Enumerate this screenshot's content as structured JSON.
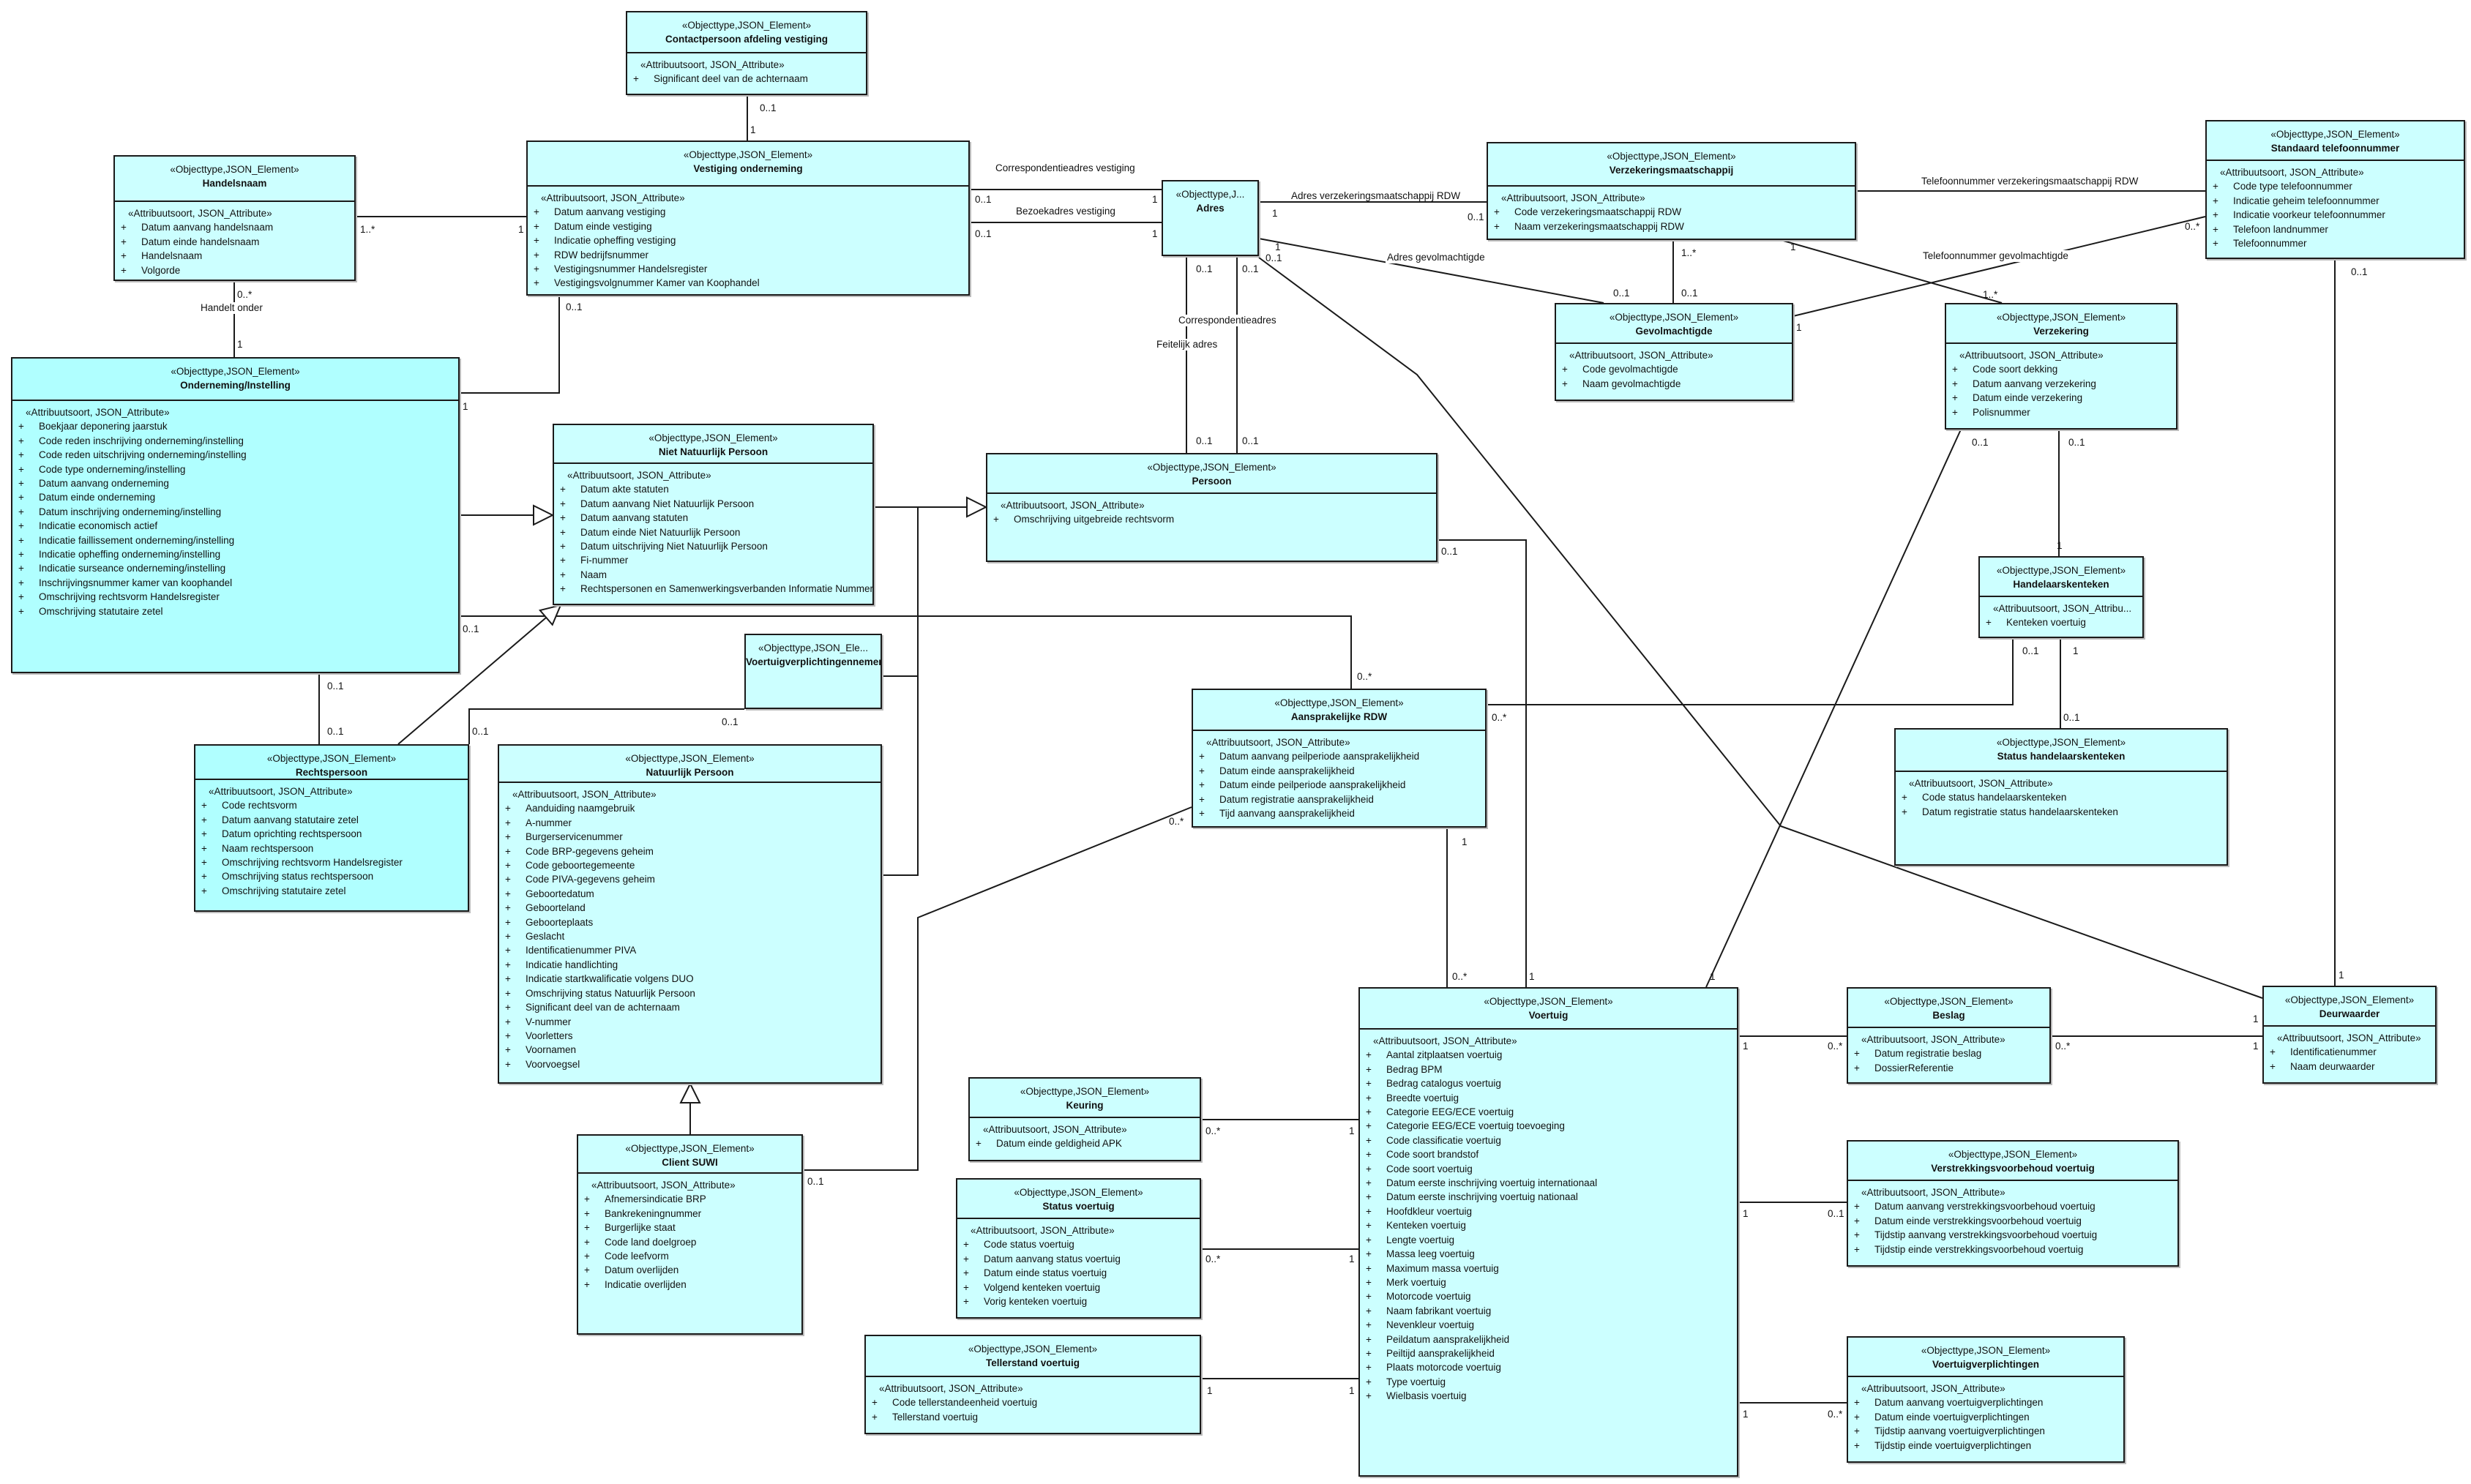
{
  "classes": [
    {
      "stereotype": "«Objecttype,JSON_Element»",
      "name": "Contactpersoon afdeling vestiging",
      "attr_stereotype": "«Attribuutsoort, JSON_Attribute»",
      "attributes": [
        "Significant deel van de achternaam"
      ]
    },
    {
      "stereotype": "«Objecttype,JSON_Element»",
      "name": "Handelsnaam",
      "attr_stereotype": "«Attribuutsoort, JSON_Attribute»",
      "attributes": [
        "Datum aanvang handelsnaam",
        "Datum einde handelsnaam",
        "Handelsnaam",
        "Volgorde"
      ]
    },
    {
      "stereotype": "«Objecttype,JSON_Element»",
      "name": "Vestiging onderneming",
      "attr_stereotype": "«Attribuutsoort, JSON_Attribute»",
      "attributes": [
        "Datum aanvang vestiging",
        "Datum einde vestiging",
        "Indicatie opheffing vestiging",
        "RDW bedrijfsnummer",
        "Vestigingsnummer Handelsregister",
        "Vestigingsvolgnummer Kamer van Koophandel"
      ]
    },
    {
      "stereotype": "«Objecttype,JSON_Element»",
      "name": "Onderneming/Instelling",
      "attr_stereotype": "«Attribuutsoort, JSON_Attribute»",
      "attributes": [
        "Boekjaar deponering jaarstuk",
        "Code reden inschrijving onderneming/instelling",
        "Code reden uitschrijving onderneming/instelling",
        "Code type onderneming/instelling",
        "Datum aanvang onderneming",
        "Datum einde onderneming",
        "Datum inschrijving onderneming/instelling",
        "Indicatie economisch actief",
        "Indicatie faillissement onderneming/instelling",
        "Indicatie opheffing onderneming/instelling",
        "Indicatie surseance onderneming/instelling",
        "Inschrijvingsnummer kamer van koophandel",
        "Omschrijving rechtsvorm Handelsregister",
        "Omschrijving statutaire zetel"
      ]
    },
    {
      "stereotype": "«Objecttype,JSON_Element»",
      "name": "Niet Natuurlijk Persoon",
      "attr_stereotype": "«Attribuutsoort, JSON_Attribute»",
      "attributes": [
        "Datum akte statuten",
        "Datum aanvang Niet Natuurlijk Persoon",
        "Datum aanvang statuten",
        "Datum einde Niet Natuurlijk Persoon",
        "Datum uitschrijving Niet Natuurlijk Persoon",
        "Fi-nummer",
        "Naam",
        "Rechtspersonen en Samenwerkingsverbanden Informatie Nummer"
      ]
    },
    {
      "stereotype": "«Objecttype,JSON_Element»",
      "name": "Persoon",
      "attr_stereotype": "«Attribuutsoort, JSON_Attribute»",
      "attributes": [
        "Omschrijving uitgebreide rechtsvorm"
      ]
    },
    {
      "stereotype": "«Objecttype,J...",
      "name": "Adres",
      "attr_stereotype": null,
      "attributes": []
    },
    {
      "stereotype": "«Objecttype,JSON_Element»",
      "name": "Verzekeringsmaatschappij",
      "attr_stereotype": "«Attribuutsoort, JSON_Attribute»",
      "attributes": [
        "Code verzekeringsmaatschappij RDW",
        "Naam verzekeringsmaatschappij RDW"
      ]
    },
    {
      "stereotype": "«Objecttype,JSON_Element»",
      "name": "Standaard telefoonnummer",
      "attr_stereotype": "«Attribuutsoort, JSON_Attribute»",
      "attributes": [
        "Code type telefoonnummer",
        "Indicatie geheim telefoonnummer",
        "Indicatie voorkeur telefoonnummer",
        "Telefoon landnummer",
        "Telefoonnummer"
      ]
    },
    {
      "stereotype": "«Objecttype,JSON_Element»",
      "name": "Gevolmachtigde",
      "attr_stereotype": "«Attribuutsoort, JSON_Attribute»",
      "attributes": [
        "Code gevolmachtigde",
        "Naam gevolmachtigde"
      ]
    },
    {
      "stereotype": "«Objecttype,JSON_Element»",
      "name": "Verzekering",
      "attr_stereotype": "«Attribuutsoort, JSON_Attribute»",
      "attributes": [
        "Code soort dekking",
        "Datum aanvang verzekering",
        "Datum einde verzekering",
        "Polisnummer"
      ]
    },
    {
      "stereotype": "«Objecttype,JSON_Element»",
      "name": "Handelaarskenteken",
      "attr_stereotype": "«Attribuutsoort, JSON_Attribu...",
      "attributes": [
        "Kenteken voertuig"
      ]
    },
    {
      "stereotype": "«Objecttype,JSON_Element»",
      "name": "Status handelaarskenteken",
      "attr_stereotype": "«Attribuutsoort, JSON_Attribute»",
      "attributes": [
        "Code status handelaarskenteken",
        "Datum registratie status handelaarskenteken"
      ]
    },
    {
      "stereotype": "«Objecttype,JSON_Ele...",
      "name": "Voertuigverplichtingennemer",
      "attr_stereotype": null,
      "attributes": []
    },
    {
      "stereotype": "«Objecttype,JSON_Element»",
      "name": "Rechtspersoon",
      "attr_stereotype": "«Attribuutsoort, JSON_Attribute»",
      "attributes": [
        "Code rechtsvorm",
        "Datum aanvang statutaire zetel",
        "Datum oprichting rechtspersoon",
        "Naam rechtspersoon",
        "Omschrijving rechtsvorm Handelsregister",
        "Omschrijving status rechtspersoon",
        "Omschrijving statutaire zetel"
      ]
    },
    {
      "stereotype": "«Objecttype,JSON_Element»",
      "name": "Natuurlijk Persoon",
      "attr_stereotype": "«Attribuutsoort, JSON_Attribute»",
      "attributes": [
        "Aanduiding naamgebruik",
        "A-nummer",
        "Burgerservicenummer",
        "Code BRP-gegevens geheim",
        "Code geboortegemeente",
        "Code PIVA-gegevens geheim",
        "Geboortedatum",
        "Geboorteland",
        "Geboorteplaats",
        "Geslacht",
        "Identificatienummer PIVA",
        "Indicatie handlichting",
        "Indicatie startkwalificatie volgens DUO",
        "Omschrijving status Natuurlijk Persoon",
        "Significant deel van de achternaam",
        "V-nummer",
        "Voorletters",
        "Voornamen",
        "Voorvoegsel"
      ]
    },
    {
      "stereotype": "«Objecttype,JSON_Element»",
      "name": "Client SUWI",
      "attr_stereotype": "«Attribuutsoort, JSON_Attribute»",
      "attributes": [
        "Afnemersindicatie BRP",
        "Bankrekeningnummer",
        "Burgerlijke staat",
        "Code land doelgroep",
        "Code leefvorm",
        "Datum overlijden",
        "Indicatie overlijden"
      ]
    },
    {
      "stereotype": "«Objecttype,JSON_Element»",
      "name": "Aansprakelijke RDW",
      "attr_stereotype": "«Attribuutsoort, JSON_Attribute»",
      "attributes": [
        "Datum aanvang peilperiode aansprakelijkheid",
        "Datum einde aansprakelijkheid",
        "Datum einde peilperiode aansprakelijkheid",
        "Datum registratie aansprakelijkheid",
        "Tijd aanvang aansprakelijkheid"
      ]
    },
    {
      "stereotype": "«Objecttype,JSON_Element»",
      "name": "Voertuig",
      "attr_stereotype": "«Attribuutsoort, JSON_Attribute»",
      "attributes": [
        "Aantal zitplaatsen voertuig",
        "Bedrag BPM",
        "Bedrag catalogus voertuig",
        "Breedte voertuig",
        "Categorie EEG/ECE voertuig",
        "Categorie EEG/ECE voertuig toevoeging",
        "Code classificatie voertuig",
        "Code soort brandstof",
        "Code soort voertuig",
        "Datum eerste inschrijving voertuig internationaal",
        "Datum eerste inschrijving voertuig nationaal",
        "Hoofdkleur voertuig",
        "Kenteken voertuig",
        "Lengte voertuig",
        "Massa leeg voertuig",
        "Maximum massa voertuig",
        "Merk voertuig",
        "Motorcode voertuig",
        "Naam fabrikant voertuig",
        "Nevenkleur voertuig",
        "Peildatum aansprakelijkheid",
        "Peiltijd aansprakelijkheid",
        "Plaats motorcode voertuig",
        "Type voertuig",
        "Wielbasis voertuig"
      ]
    },
    {
      "stereotype": "«Objecttype,JSON_Element»",
      "name": "Keuring",
      "attr_stereotype": "«Attribuutsoort, JSON_Attribute»",
      "attributes": [
        "Datum einde geldigheid APK"
      ]
    },
    {
      "stereotype": "«Objecttype,JSON_Element»",
      "name": "Status voertuig",
      "attr_stereotype": "«Attribuutsoort, JSON_Attribute»",
      "attributes": [
        "Code status voertuig",
        "Datum aanvang status voertuig",
        "Datum einde status voertuig",
        "Volgend kenteken voertuig",
        "Vorig kenteken voertuig"
      ]
    },
    {
      "stereotype": "«Objecttype,JSON_Element»",
      "name": "Tellerstand voertuig",
      "attr_stereotype": "«Attribuutsoort, JSON_Attribute»",
      "attributes": [
        "Code tellerstandeenheid voertuig",
        "Tellerstand voertuig"
      ]
    },
    {
      "stereotype": "«Objecttype,JSON_Element»",
      "name": "Beslag",
      "attr_stereotype": "«Attribuutsoort, JSON_Attribute»",
      "attributes": [
        "Datum registratie beslag",
        "DossierReferentie"
      ]
    },
    {
      "stereotype": "«Objecttype,JSON_Element»",
      "name": "Deurwaarder",
      "attr_stereotype": "«Attribuutsoort, JSON_Attribute»",
      "attributes": [
        "Identificatienummer",
        "Naam deurwaarder"
      ]
    },
    {
      "stereotype": "«Objecttype,JSON_Element»",
      "name": "Verstrekkingsvoorbehoud voertuig",
      "attr_stereotype": "«Attribuutsoort, JSON_Attribute»",
      "attributes": [
        "Datum aanvang verstrekkingsvoorbehoud voertuig",
        "Datum einde verstrekkingsvoorbehoud voertuig",
        "Tijdstip aanvang verstrekkingsvoorbehoud voertuig",
        "Tijdstip einde verstrekkingsvoorbehoud voertuig"
      ]
    },
    {
      "stereotype": "«Objecttype,JSON_Element»",
      "name": "Voertuigverplichtingen",
      "attr_stereotype": "«Attribuutsoort, JSON_Attribute»",
      "attributes": [
        "Datum aanvang voertuigverplichtingen",
        "Datum einde voertuigverplichtingen",
        "Tijdstip aanvang voertuigverplichtingen",
        "Tijdstip einde voertuigverplichtingen"
      ]
    }
  ],
  "attribute_marker": "+",
  "association_labels": [
    "0..1",
    "1",
    "1..*",
    "1",
    "0..*",
    "Handelt onder",
    "1",
    "1",
    "0..1",
    "Correspondentieadres vestiging",
    "0..1",
    "1",
    "Bezoekadres vestiging",
    "0..1",
    "1",
    "Adres verzekeringsmaatschappij RDW",
    "1",
    "0..1",
    "Adres gevolmachtigde",
    "1",
    "0..1",
    "0..1",
    "1",
    "0..1",
    "0..1",
    "Feitelijk adres",
    "0..1",
    "0..1",
    "Correspondentieadres",
    "1..*",
    "0..1",
    "1",
    "1..*",
    "Telefoonnummer verzekeringsmaatschappij RDW",
    "Telefoonnummer gevolmachtigde",
    "1",
    "0..*",
    "0..1",
    "1",
    "0..1",
    "1",
    "0..1",
    "1",
    "1",
    "0..1",
    "0..*",
    "0..1",
    "0..1",
    "1",
    "1",
    "0..*",
    "0..1",
    "0..*",
    "0..1",
    "0..1",
    "0..1",
    "0..1",
    "0..1",
    "0..*",
    "0..*",
    "1",
    "0..*",
    "1",
    "1",
    "1",
    "1",
    "0..*",
    "0..*",
    "1",
    "1",
    "0..1",
    "1",
    "0..*"
  ],
  "colors": {
    "class_fill": "#ccffff",
    "class_fill_dark": "#b0ffff",
    "line": "#1a1a1a"
  }
}
